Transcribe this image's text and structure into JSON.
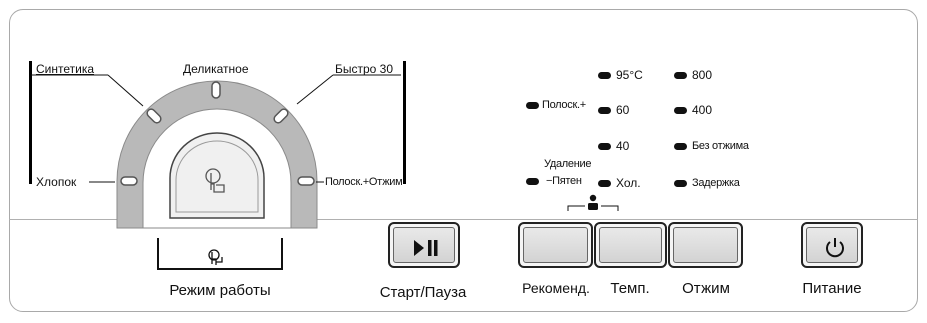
{
  "programs": {
    "sintetika": "Синтетика",
    "delikatnoe": "Деликатное",
    "bystro30": "Быстро 30",
    "hlopok": "Хлопок",
    "polosk_otzhim": "Полоск.+Отжим"
  },
  "options": {
    "polosk_plus": "Полоск.+",
    "udalenie_line1": "Удаление",
    "udalenie_line2": "−Пятен"
  },
  "temperature": {
    "t95": "95°C",
    "t60": "60",
    "t40": "40",
    "cold": "Хол."
  },
  "spin": {
    "s800": "800",
    "s400": "400",
    "no_spin": "Без отжима",
    "delay": "Задержка"
  },
  "labels": {
    "mode": "Режим работы",
    "start_pause": "Старт/Пауза",
    "recommend": "Рекоменд.",
    "temp": "Темп.",
    "spin": "Отжим",
    "power": "Питание"
  },
  "icons": {
    "start_pause": "play-pause-icon",
    "power": "power-icon",
    "touch": "touch-hand-icon",
    "child_lock": "child-lock-icon"
  }
}
